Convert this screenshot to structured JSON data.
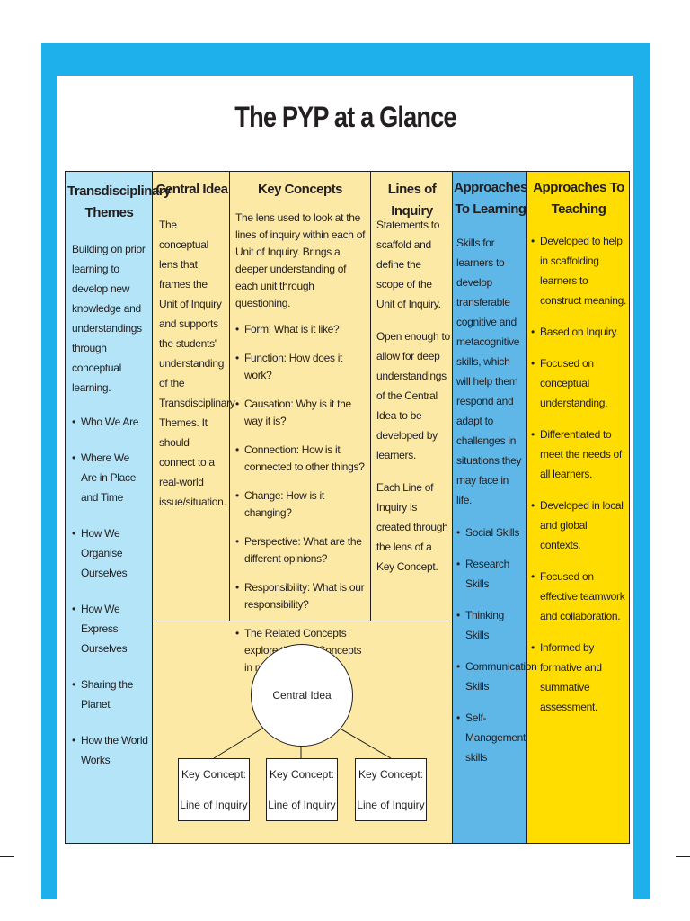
{
  "title": "The PYP at a Glance",
  "colors": {
    "frame": "#1db0ea",
    "themes_col": "#b3e4f8",
    "middle": "#fde9a6",
    "learning_col": "#5fb7e8",
    "teaching_col": "#ffdd00"
  },
  "columns": {
    "themes": {
      "header": "Transdisciplinary Themes",
      "intro": "Building on prior learning to develop new knowledge and understandings through conceptual learning.",
      "items": [
        "Who We Are",
        "Where We Are in Place and Time",
        "How We Organise Ourselves",
        "How We Express Ourselves",
        "Sharing the Planet",
        "How the World Works"
      ]
    },
    "central_idea": {
      "header": "Central Idea",
      "body": "The conceptual lens that frames the Unit of Inquiry and supports the students' understanding of the Transdisciplinary Themes. It should connect to a real-world issue/situation."
    },
    "key_concepts": {
      "header": "Key Concepts",
      "intro": "The lens used to look at the lines of inquiry within each of Unit of Inquiry. Brings a deeper understanding of each unit through questioning.",
      "items": [
        "Form: What is it like?",
        "Function: How does it work?",
        "Causation: Why is it the way it is?",
        "Connection: How is it connected to other things?",
        "Change: How is it changing?",
        "Perspective: What are the different opinions?",
        "Responsibility: What is our responsibility?",
        "The Related Concepts explore the Key Concepts in more detail."
      ]
    },
    "lines_of_inquiry": {
      "header": "Lines of Inquiry",
      "p1": "Statements to scaffold and define the scope of the Unit of Inquiry.",
      "p2": "Open enough to allow for deep understandings of the Central Idea to be developed by learners.",
      "p3": "Each Line of Inquiry is created through the lens of a Key Concept."
    },
    "approaches_learning": {
      "header": "Approaches To Learning",
      "intro": "Skills for learners to develop transferable cognitive and metacognitive skills, which will help them respond and adapt to challenges in situations they may face in life.",
      "items": [
        "Social Skills",
        "Research Skills",
        "Thinking Skills",
        "Communication Skills",
        "Self-Management skills"
      ]
    },
    "approaches_teaching": {
      "header": "Approaches To Teaching",
      "items": [
        "Developed to help in scaffolding learners to construct meaning.",
        "Based on Inquiry.",
        "Focused on conceptual understanding.",
        "Differentiated to meet the needs of all learners.",
        "Developed in local and global contexts.",
        "Focused on effective teamwork and collaboration.",
        "Informed by formative and summative assessment."
      ]
    }
  },
  "diagram": {
    "center": "Central Idea",
    "boxes": [
      {
        "line1": "Key Concept:",
        "line2": "Line of Inquiry"
      },
      {
        "line1": "Key Concept:",
        "line2": "Line of Inquiry"
      },
      {
        "line1": "Key Concept:",
        "line2": "Line of Inquiry"
      }
    ]
  }
}
